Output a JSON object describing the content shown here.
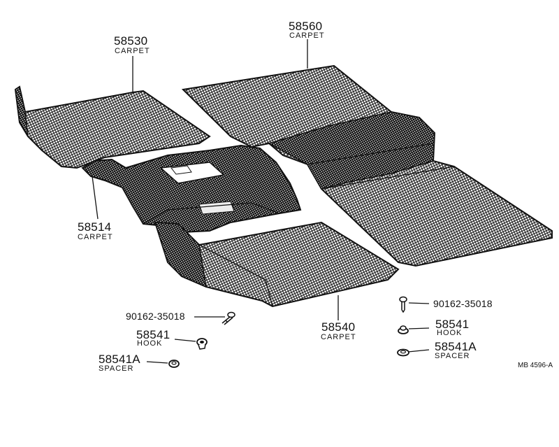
{
  "parts": {
    "carpet_58530": {
      "number": "58530",
      "name": "CARPET"
    },
    "carpet_58560": {
      "number": "58560",
      "name": "CARPET"
    },
    "carpet_58514": {
      "number": "58514",
      "name": "CARPET"
    },
    "carpet_58540": {
      "number": "58540",
      "name": "CARPET"
    },
    "screw_left": {
      "number": "90162-35018"
    },
    "screw_right": {
      "number": "90162-35018"
    },
    "hook_left": {
      "number": "58541",
      "name": "HOOK"
    },
    "hook_right": {
      "number": "58541",
      "name": "HOOK"
    },
    "spacer_left": {
      "number": "58541A",
      "name": "SPACER"
    },
    "spacer_right": {
      "number": "58541A",
      "name": "SPACER"
    }
  },
  "drawing_ref": "MB 4596-A",
  "colors": {
    "line": "#111111",
    "hatch": "#1a1a1a",
    "paper": "#ffffff"
  }
}
